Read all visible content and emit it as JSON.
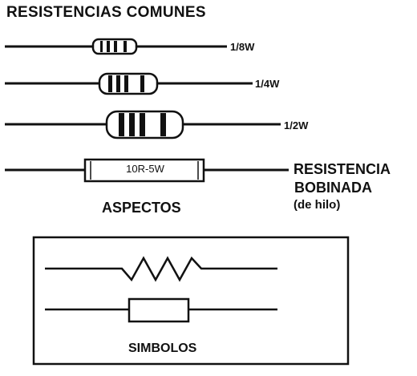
{
  "title": "RESISTENCIAS COMUNES",
  "resistors": [
    {
      "wattage": "1/8W"
    },
    {
      "wattage": "1/4W"
    },
    {
      "wattage": "1/2W"
    }
  ],
  "wirewound": {
    "marking": "10R-5W",
    "label_line1": "RESISTENCIA",
    "label_line2": "BOBINADA",
    "label_line3": "(de hilo)"
  },
  "aspects_caption": "ASPECTOS",
  "symbols_caption": "SIMBOLOS",
  "colors": {
    "ink": "#111111",
    "background": "#ffffff"
  }
}
